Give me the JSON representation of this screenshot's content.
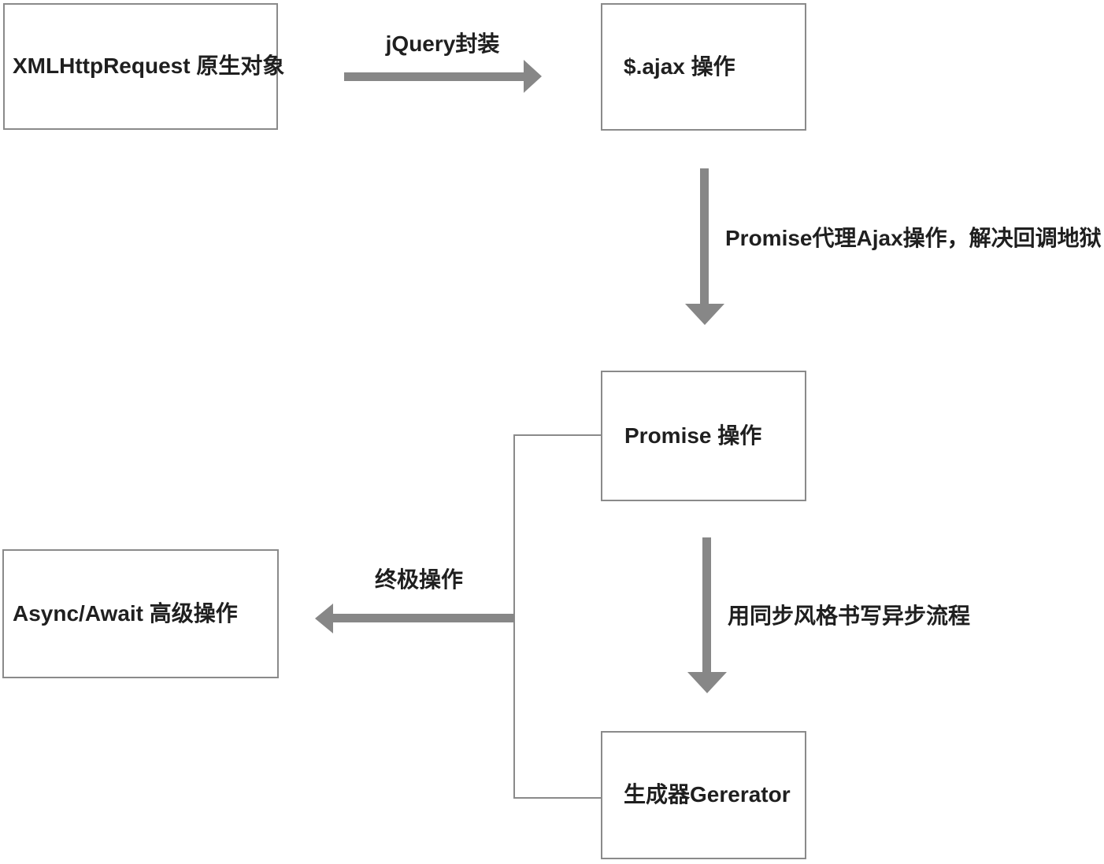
{
  "diagram": {
    "title_hint": "JavaScript async evolution flowchart",
    "colors": {
      "background": "#ffffff",
      "box_border": "#8a8a8a",
      "arrow": "#878787",
      "text": "#1f1f1f"
    },
    "nodes": [
      {
        "id": "xhr",
        "label": "XMLHttpRequest 原生对象"
      },
      {
        "id": "ajax",
        "label": "$.ajax 操作"
      },
      {
        "id": "promise",
        "label": "Promise 操作"
      },
      {
        "id": "async_await",
        "label": "Async/Await 高级操作"
      },
      {
        "id": "generator",
        "label": "生成器Gererator"
      }
    ],
    "edges": [
      {
        "from": "xhr",
        "to": "ajax",
        "label": "jQuery封装",
        "direction": "right"
      },
      {
        "from": "ajax",
        "to": "promise",
        "label": "Promise代理Ajax操作，解决回调地狱",
        "direction": "down"
      },
      {
        "from": "promise",
        "to": "generator",
        "label": "用同步风格书写异步流程",
        "direction": "down"
      },
      {
        "from": "promise,generator",
        "to": "async_await",
        "label": "终极操作",
        "direction": "left"
      }
    ]
  }
}
